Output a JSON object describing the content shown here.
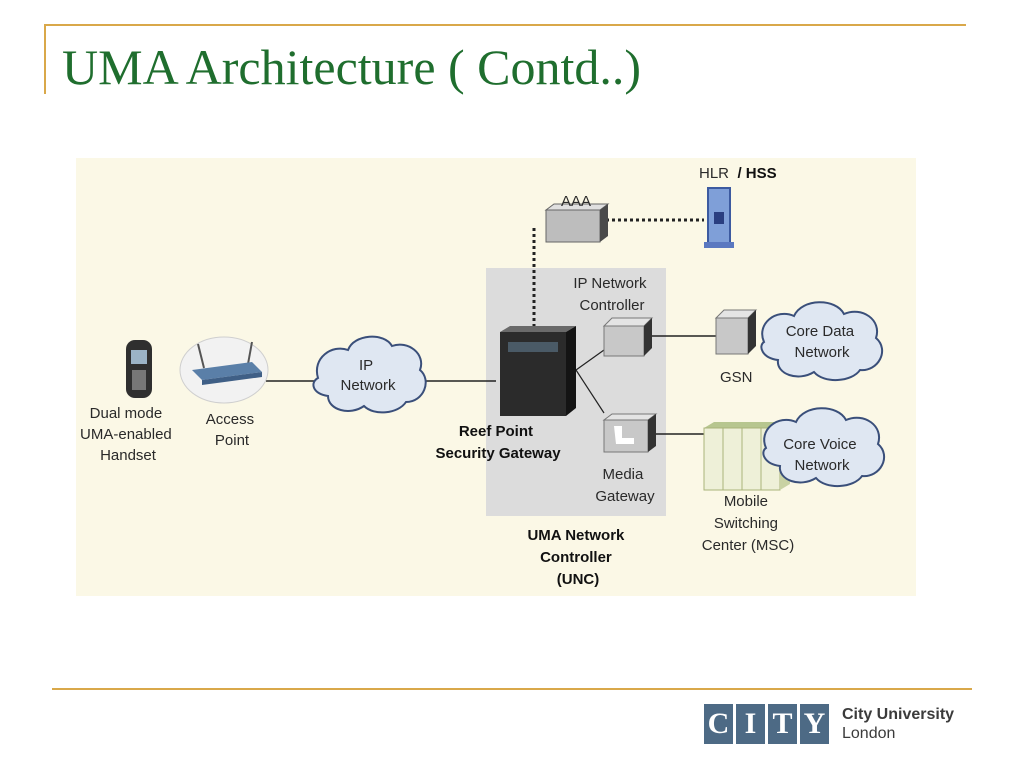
{
  "slide": {
    "title": "UMA Architecture ( Contd..)"
  },
  "diagram": {
    "handset_label": [
      "Dual mode",
      "UMA-enabled",
      "Handset"
    ],
    "access_point_label": [
      "Access",
      "Point"
    ],
    "ip_network_label": [
      "IP",
      "Network"
    ],
    "aaa_label": "AAA",
    "hlr_label": "HLR",
    "hss_label": "/ HSS",
    "ip_network_controller_label": [
      "IP Network",
      "Controller"
    ],
    "core_data_label": [
      "Core Data",
      "Network"
    ],
    "gsn_label": "GSN",
    "reef_point_label": [
      "Reef Point",
      "Security Gateway"
    ],
    "media_gateway_label": [
      "Media",
      "Gateway"
    ],
    "core_voice_label": [
      "Core Voice",
      "Network"
    ],
    "msc_label": [
      "Mobile",
      "Switching",
      "Center (MSC)"
    ],
    "unc_label": [
      "UMA Network",
      "Controller",
      "(UNC)"
    ]
  },
  "logo": {
    "letters": [
      "C",
      "I",
      "T",
      "Y"
    ],
    "name": "City University",
    "city": "London"
  }
}
